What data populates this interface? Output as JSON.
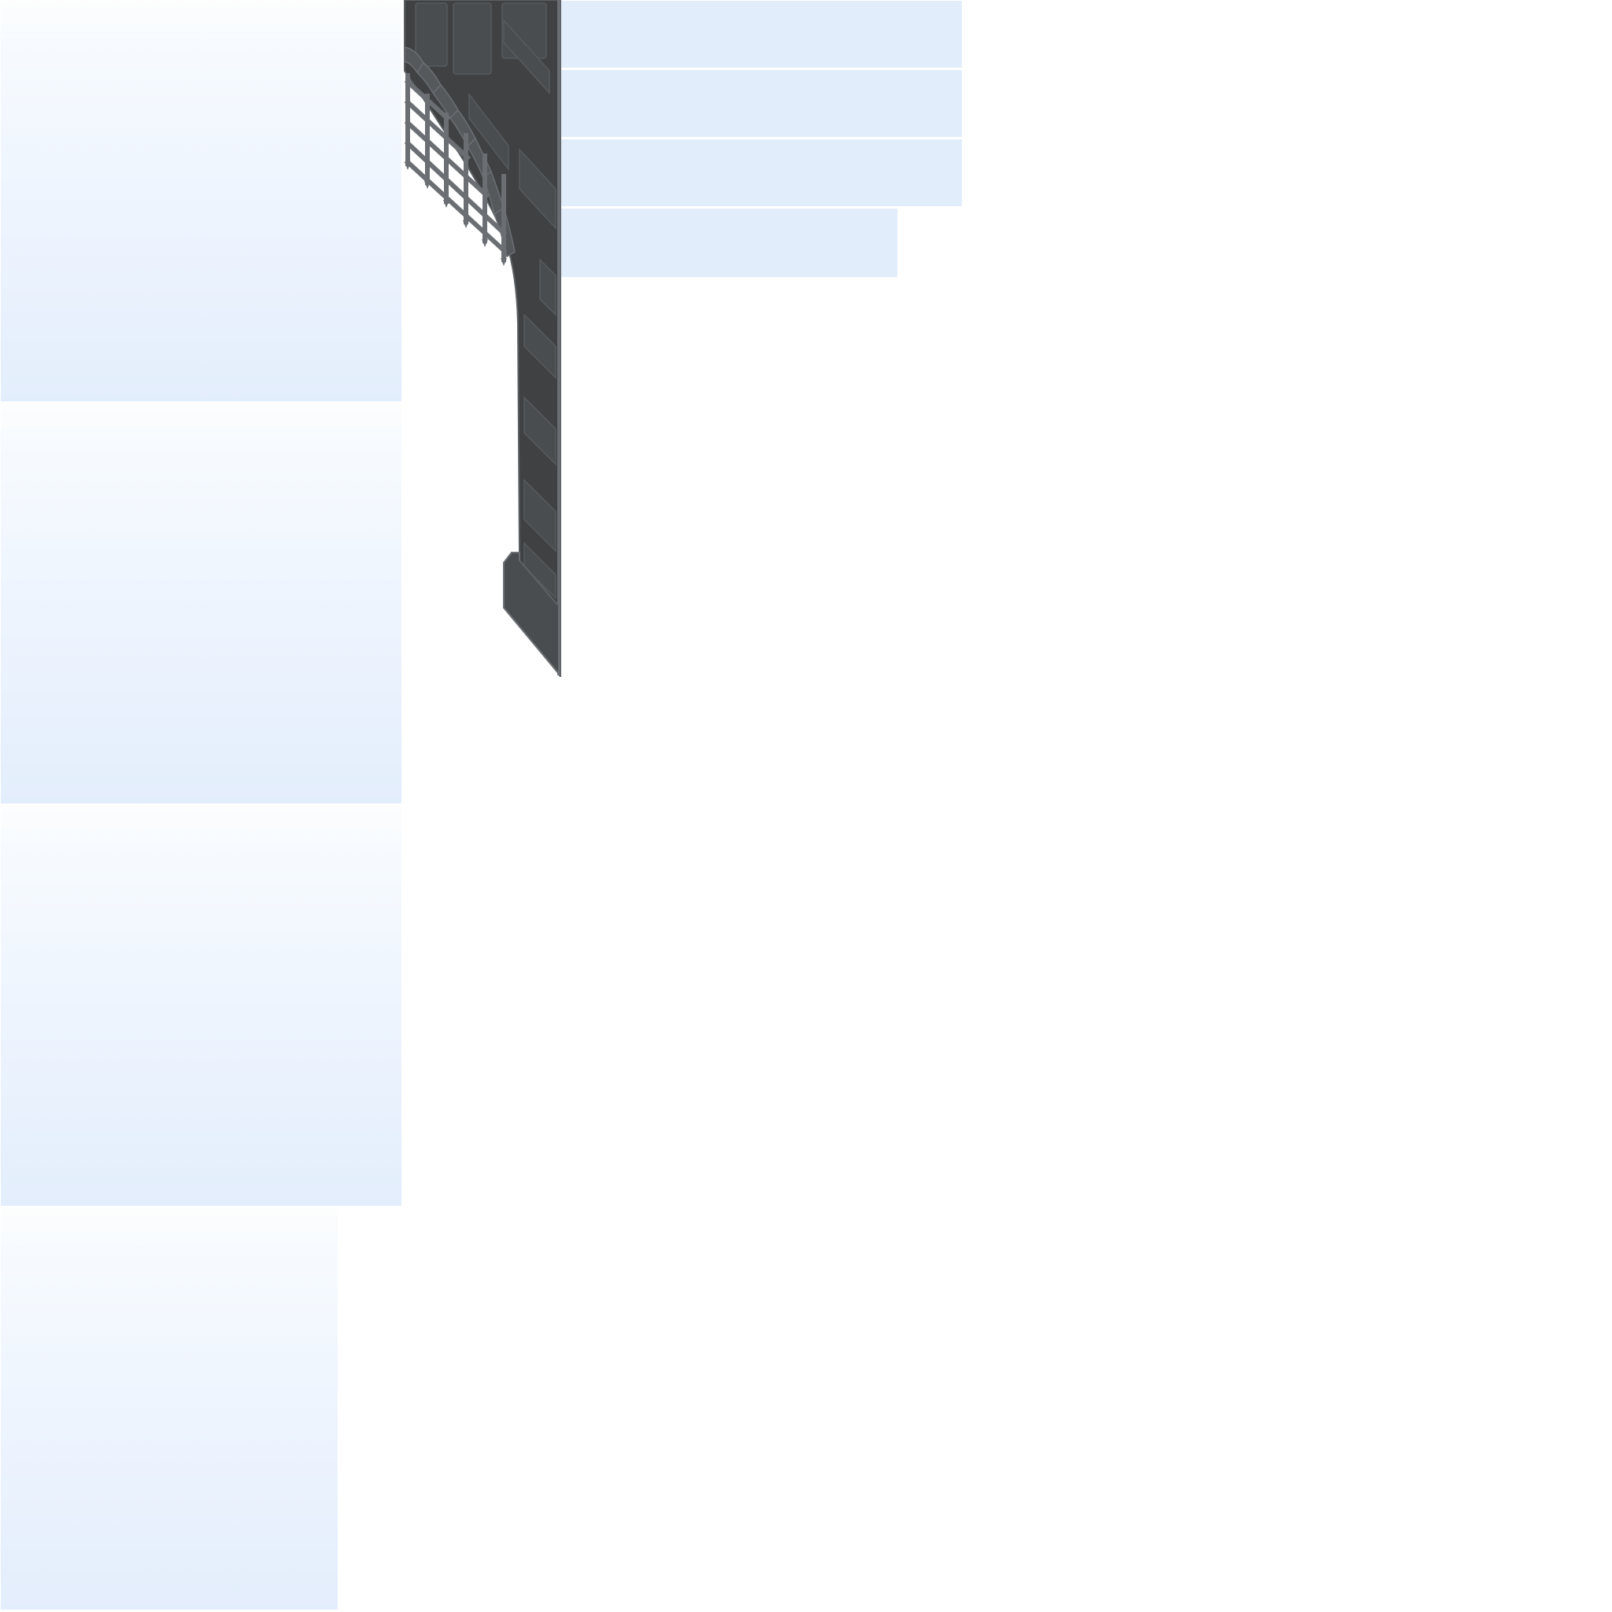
{
  "sprite_sheet": {
    "sky_tiles": [
      {
        "name": "sky-gradient-tile-1"
      },
      {
        "name": "sky-gradient-tile-2"
      },
      {
        "name": "sky-gradient-tile-3"
      },
      {
        "name": "sky-gradient-tile-4"
      }
    ],
    "cloud_strips": [
      {
        "name": "light-blue-strip-1"
      },
      {
        "name": "light-blue-strip-2"
      },
      {
        "name": "light-blue-strip-3"
      },
      {
        "name": "light-blue-strip-4"
      }
    ],
    "castle_gate": {
      "name": "castle-gate-with-portcullis",
      "icon": "castle-gate-icon"
    }
  },
  "colors": {
    "sky_top": "#fdfdfd",
    "sky_bottom": "#e3eefc",
    "strip": "#e2edfc",
    "stone_dark": "#3f4143",
    "stone_mid": "#4a4d50",
    "stone_edge": "#5c6063",
    "portcullis": "#6b6f73",
    "background": "#ffffff"
  }
}
